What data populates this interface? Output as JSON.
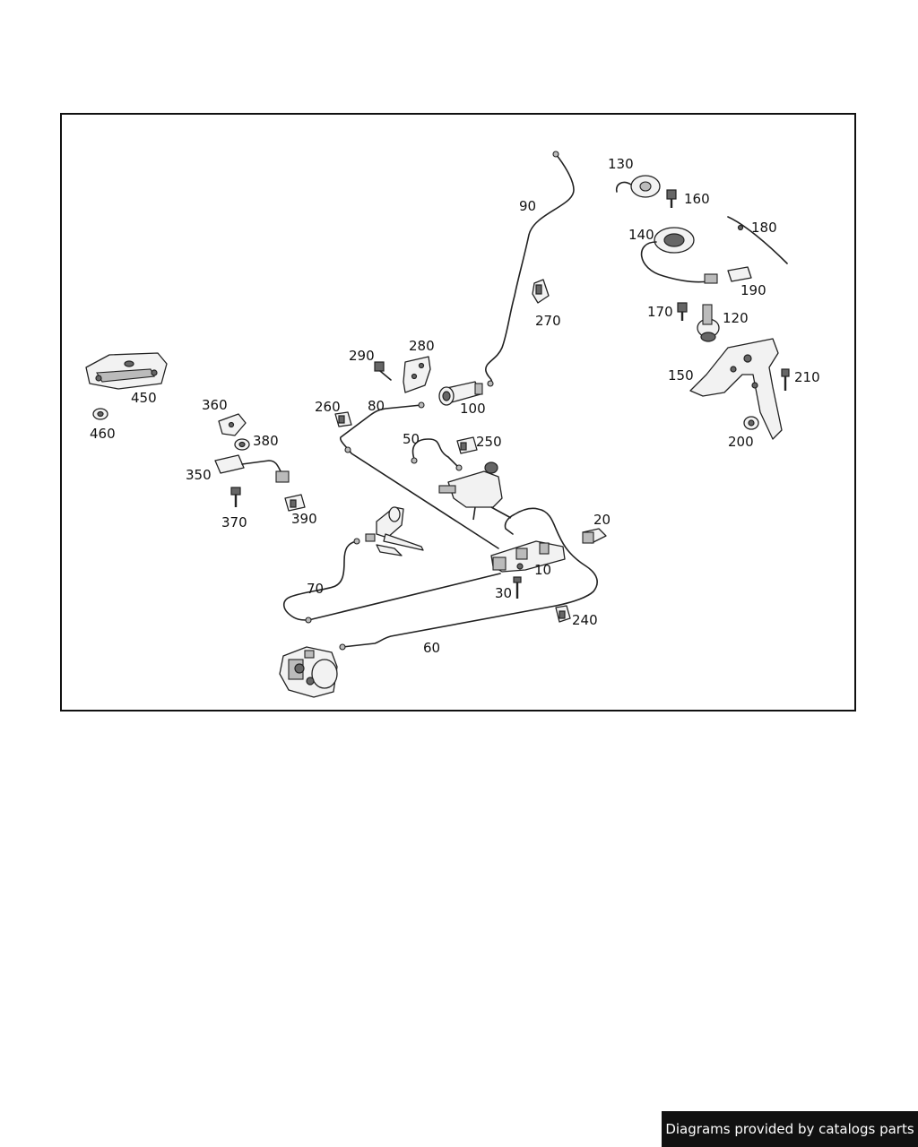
{
  "footer": {
    "credit_text": "Diagrams provided by catalogs parts"
  },
  "labels": {
    "p10": "10",
    "p20": "20",
    "p30": "30",
    "p50": "50",
    "p60": "60",
    "p70": "70",
    "p80": "80",
    "p90": "90",
    "p100": "100",
    "p120": "120",
    "p130": "130",
    "p140": "140",
    "p150": "150",
    "p160": "160",
    "p170": "170",
    "p180": "180",
    "p190": "190",
    "p200": "200",
    "p210": "210",
    "p240": "240",
    "p250": "250",
    "p260": "260",
    "p270": "270",
    "p280": "280",
    "p290": "290",
    "p350": "350",
    "p360": "360",
    "p370": "370",
    "p380": "380",
    "p390": "390",
    "p450": "450",
    "p460": "460"
  }
}
